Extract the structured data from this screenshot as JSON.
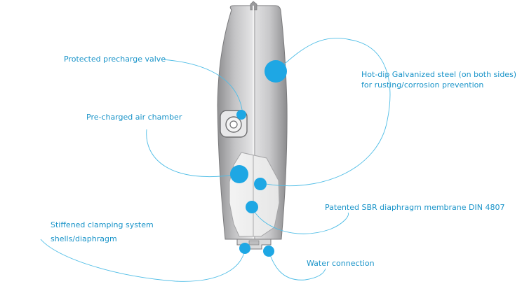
{
  "theme": {
    "accent": "#1ea7e4",
    "label_color": "#1a94c9",
    "leader_color": "#4fbde6",
    "vessel_dark": "#8a8a8c",
    "vessel_light": "#d7d7d8"
  },
  "labels": {
    "precharge_valve": "Protected precharge valve",
    "air_chamber": "Pre-charged air chamber",
    "steel_line1": "Hot-dip Galvanized steel (on both sides)",
    "steel_line2": "for rusting/corrosion prevention",
    "diaphragm": "Patented SBR diaphragm membrane DIN 4807",
    "clamping_line1": "Stiffened clamping system",
    "clamping_line2": "shells/diaphragm",
    "water_connection": "Water connection"
  }
}
